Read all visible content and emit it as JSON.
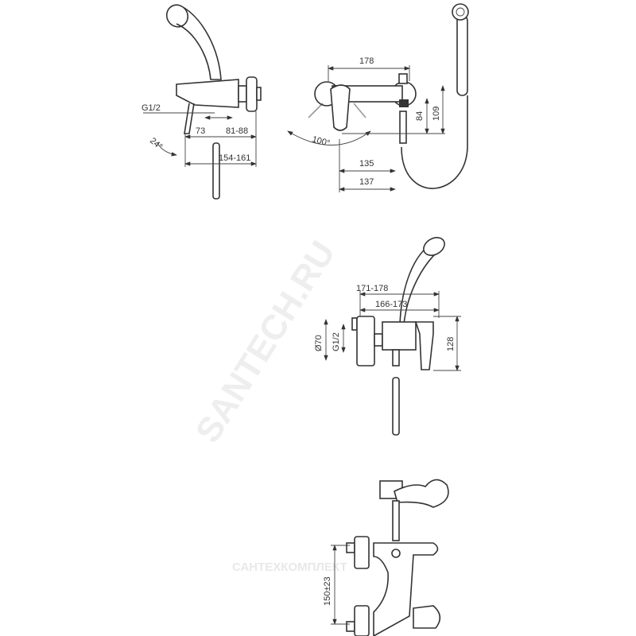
{
  "watermarks": {
    "main": "SANTECH.RU",
    "secondary": "САНТЕХКОМПЛЕКТ"
  },
  "view_side_top": {
    "thread": "G1/2",
    "angle": "24°",
    "dim_a": "73",
    "dim_b": "81-88",
    "dim_total": "154-161"
  },
  "view_front": {
    "width": "178",
    "height_inner": "84",
    "height_outer": "109",
    "angle": "100°",
    "dim_135": "135",
    "dim_137": "137"
  },
  "view_side_mid": {
    "dim_outer": "171-178",
    "dim_inner": "166-173",
    "diameter": "Ø70",
    "thread": "G1/2",
    "height": "128"
  },
  "view_bath": {
    "centers": "150±23"
  }
}
